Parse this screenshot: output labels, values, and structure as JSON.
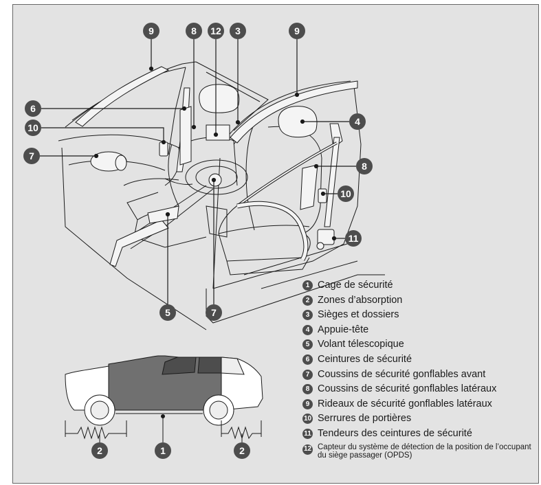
{
  "callouts": {
    "c1": "1",
    "c2a": "2",
    "c2b": "2",
    "c3": "3",
    "c4": "4",
    "c5": "5",
    "c6": "6",
    "c7a": "7",
    "c7b": "7",
    "c8a": "8",
    "c8b": "8",
    "c9a": "9",
    "c9b": "9",
    "c10a": "10",
    "c10b": "10",
    "c11": "11",
    "c12": "12"
  },
  "legend": [
    {
      "num": "1",
      "text": "Cage de sécurité"
    },
    {
      "num": "2",
      "text": "Zones d’absorption"
    },
    {
      "num": "3",
      "text": "Sièges et dossiers"
    },
    {
      "num": "4",
      "text": "Appuie-tête"
    },
    {
      "num": "5",
      "text": "Volant télescopique"
    },
    {
      "num": "6",
      "text": "Ceintures de sécurité"
    },
    {
      "num": "7",
      "text": "Coussins de sécurité gonflables avant"
    },
    {
      "num": "8",
      "text": "Coussins de sécurité gonflables latéraux"
    },
    {
      "num": "9",
      "text": "Rideaux de sécurité gonflables latéraux"
    },
    {
      "num": "10",
      "text": "Serrures de portières"
    },
    {
      "num": "11",
      "text": "Tendeurs des ceintures de sécurité"
    },
    {
      "num": "12",
      "text": "Capteur du système de détection de la position de l’occupant du siège passager (OPDS)"
    }
  ],
  "colors": {
    "panel": "#e3e3e3",
    "line": "#1a1a1a",
    "callout": "#4d4d4d",
    "car_zone": "#707070",
    "airbag": "#f4f4f4"
  }
}
